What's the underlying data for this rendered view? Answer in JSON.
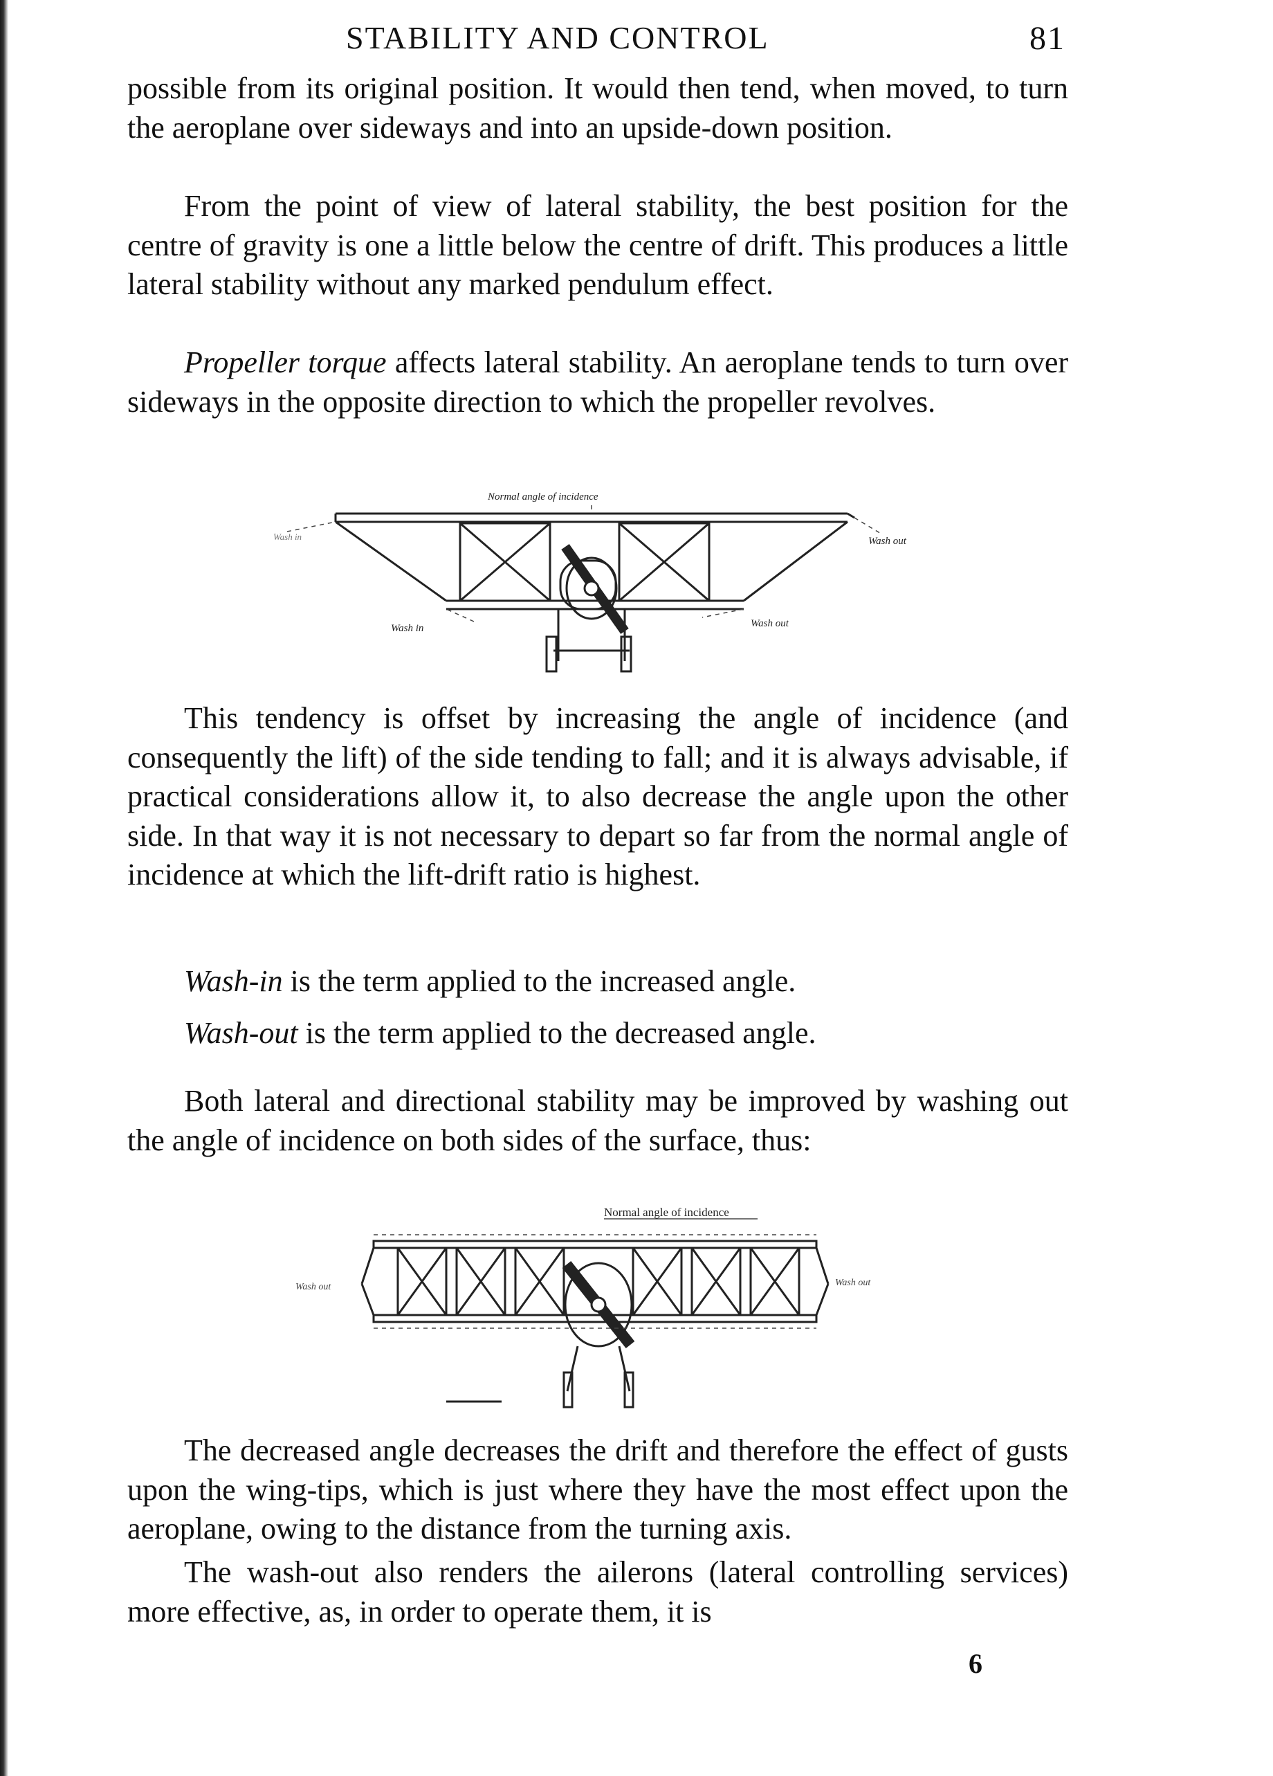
{
  "header": {
    "title": "STABILITY AND CONTROL",
    "page_number": "81"
  },
  "paragraphs": {
    "p1": "possible from its original position. It would then tend, when moved, to turn the aeroplane over sideways and into an upside-down position.",
    "p2": "From the point of view of lateral stability, the best position for the centre of gravity is one a little below the centre of drift. This produces a little lateral stability without any marked pendulum effect.",
    "p3_term": "Propeller torque",
    "p3_rest": " affects lateral stability. An aeroplane tends to turn over sideways in the opposite direction to which the propeller revolves.",
    "p4": "This tendency is offset by increasing the angle of incidence (and consequently the lift) of the side tending to fall; and it is always advisable, if practical considerations allow it, to also decrease the angle upon the other side. In that way it is not necessary to depart so far from the normal angle of incidence at which the lift-drift ratio is highest.",
    "wash_in_term": "Wash-in",
    "wash_in_rest": " is the term applied to the increased angle.",
    "wash_out_term": "Wash-out",
    "wash_out_rest": " is the term applied to the decreased angle.",
    "p5": "Both lateral and directional stability may be improved by washing out the angle of incidence on both sides of the surface, thus:",
    "p6": "The decreased angle decreases the drift and therefore the effect of gusts upon the wing-tips, which is just where they have the most effect upon the aeroplane, owing to the distance from the turning axis.",
    "p7": "The wash-out also renders the ailerons (lateral controlling services) more effective, as, in order to operate them, it is"
  },
  "figure1": {
    "label_top": "Normal angle of incidence",
    "label_tip_left": "Wash in",
    "label_tip_right": "Wash out",
    "label_wash_in": "Wash in",
    "label_wash_out": "Wash out"
  },
  "figure2": {
    "label_top": "Normal angle of incidence",
    "label_left": "Wash out",
    "label_right": "Wash out"
  },
  "signature": "6"
}
